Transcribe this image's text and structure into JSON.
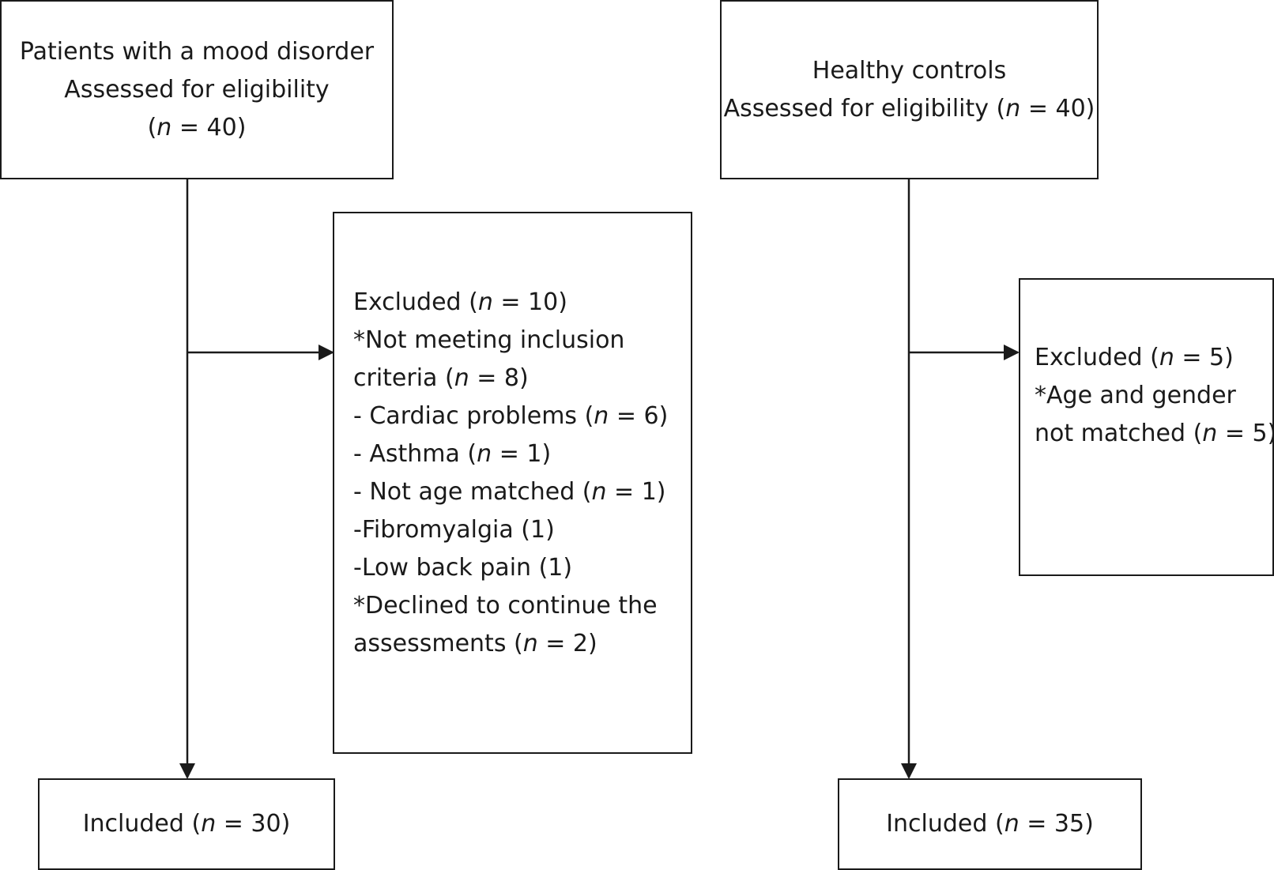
{
  "patients_box": {
    "lines": [
      "Patients with a mood disorder",
      "Assessed for eligibility",
      "(n = 40)"
    ]
  },
  "controls_box": {
    "lines": [
      "Healthy controls",
      "Assessed for eligibility (n = 40)"
    ]
  },
  "patients_excluded_box": {
    "lines": [
      "Excluded (n = 10)",
      "*Not meeting inclusion",
      "criteria (n = 8)",
      "- Cardiac problems (n = 6)",
      "- Asthma (n = 1)",
      "- Not age matched (n = 1)",
      "-Fibromyalgia (1)",
      "-Low back pain (1)",
      "*Declined to continue the",
      "assessments (n = 2)"
    ]
  },
  "controls_excluded_box": {
    "lines": [
      "Excluded (n = 5)",
      "*Age and gender",
      "not matched (n = 5)"
    ]
  },
  "patients_included_box": {
    "lines": [
      "Included (n = 30)"
    ]
  },
  "controls_included_box": {
    "lines": [
      "Included (n = 35)"
    ]
  }
}
